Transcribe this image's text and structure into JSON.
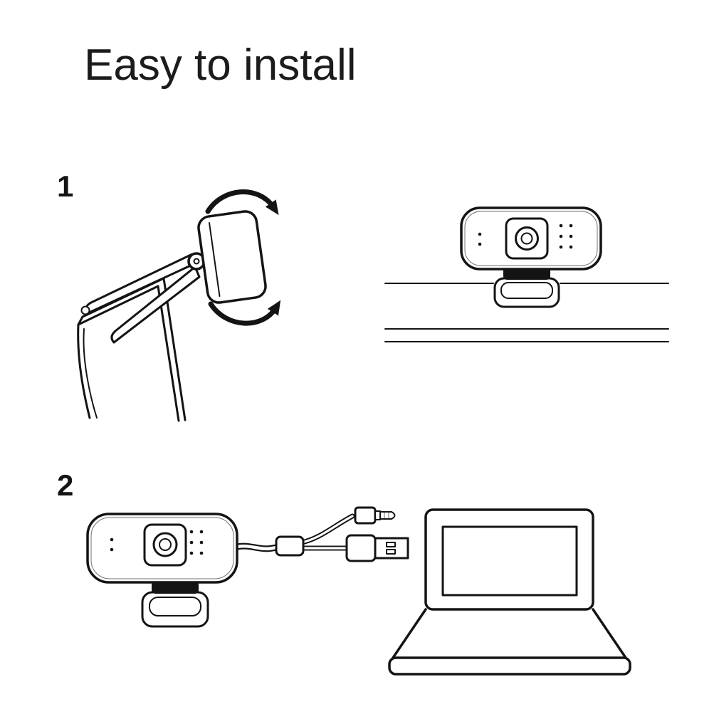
{
  "page": {
    "title": "Easy to install",
    "background": "#ffffff",
    "line_color": "#141414"
  },
  "steps": [
    {
      "number": "1",
      "illustrations": [
        "webcam-side-tilt-adjust-on-monitor",
        "webcam-front-clipped-on-monitor"
      ]
    },
    {
      "number": "2",
      "illustrations": [
        "webcam-front-with-clip",
        "usb-and-audio-split-cable",
        "laptop"
      ]
    }
  ]
}
